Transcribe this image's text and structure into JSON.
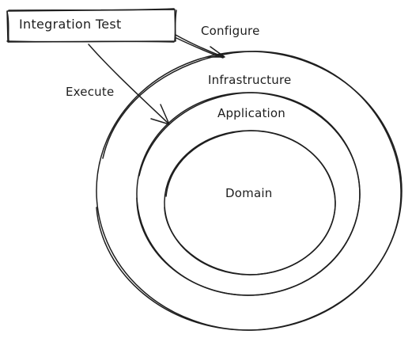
{
  "diagram": {
    "test_box": {
      "label": "Integration Test"
    },
    "edges": {
      "configure": {
        "label": "Configure"
      },
      "execute": {
        "label": "Execute"
      }
    },
    "layers": {
      "infrastructure": {
        "label": "Infrastructure"
      },
      "application": {
        "label": "Application"
      },
      "domain": {
        "label": "Domain"
      }
    },
    "colors": {
      "stroke": "#1e1e1e",
      "background": "#ffffff"
    }
  }
}
